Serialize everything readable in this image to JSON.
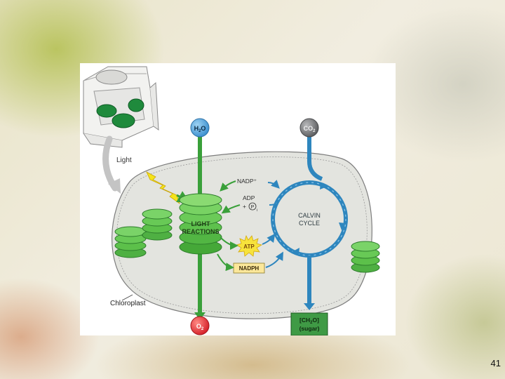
{
  "diagram": {
    "light_label": "Light",
    "chloroplast_label": "Chloroplast",
    "h2o": {
      "main": "H",
      "sub": "2",
      "tail": "O"
    },
    "co2": {
      "main": "CO",
      "sub": "2"
    },
    "o2": {
      "main": "O",
      "sub": "2"
    },
    "light_reactions": {
      "line1": "LIGHT",
      "line2": "REACTIONS"
    },
    "calvin_cycle": {
      "line1": "CALVIN",
      "line2": "CYCLE"
    },
    "nadp_plus": "NADP⁺",
    "adp": "ADP",
    "pi_prefix": "+",
    "pi_symbol": "P",
    "pi_sub": "i",
    "atp": "ATP",
    "nadph": "NADPH",
    "sugar": {
      "line1_pre": "[CH",
      "line1_sub": "2",
      "line1_post": "O]",
      "line2": "(sugar)"
    }
  },
  "colors": {
    "water_blue": "#3b8fcf",
    "co2_gray": "#6d6e70",
    "oxygen_red": "#e3262f",
    "thylakoid_green": "#5cc04a",
    "green_arrow": "#3aa03a",
    "calvin_blue": "#2e86be",
    "stroma": "#e3e4df",
    "atp_yellow": "#f7e33c",
    "nadph_box": "#fbe79a",
    "sugar_box": "#3f9a45"
  },
  "page_number": "41"
}
